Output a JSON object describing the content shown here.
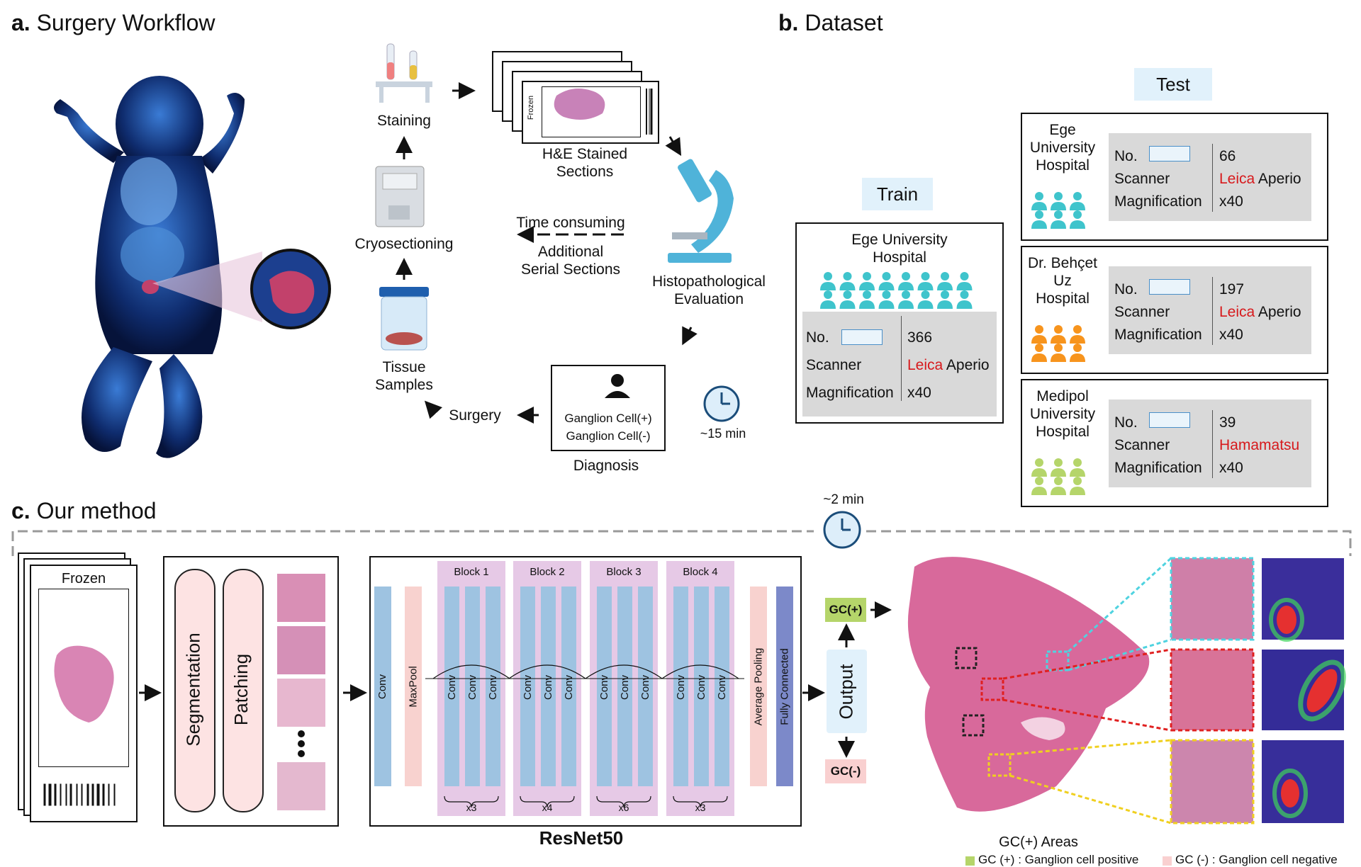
{
  "panel_a": {
    "label": "a.",
    "title": "Surgery Workflow",
    "staining": "Staining",
    "cryosectioning": "Cryosectioning",
    "tissue_samples_line1": "Tissue",
    "tissue_samples_line2": "Samples",
    "surgery": "Surgery",
    "he_line1": "H&E Stained",
    "he_line2": "Sections",
    "slide_label": "Frozen",
    "histo_line1": "Histopathological",
    "histo_line2": "Evaluation",
    "time_consuming": "Time consuming",
    "additional_line1": "Additional",
    "additional_line2": "Serial Sections",
    "diagnosis_line1": "Ganglion Cell(+)",
    "diagnosis_line2": "Ganglion Cell(-)",
    "diagnosis": "Diagnosis",
    "time": "~15 min"
  },
  "panel_b": {
    "label": "b.",
    "title": "Dataset",
    "train_label": "Train",
    "test_label": "Test",
    "row_labels": {
      "no": "No.",
      "scanner": "Scanner",
      "magnification": "Magnification"
    },
    "train": {
      "name_line1": "Ege University",
      "name_line2": "Hospital",
      "no": "366",
      "scanner_brand": "Leica",
      "scanner_model": " Aperio",
      "magnification": "x40",
      "icon_color": "#3fc4cc"
    },
    "tests": [
      {
        "name_line1": "Ege",
        "name_line2": "University",
        "name_line3": "Hospital",
        "no": "66",
        "scanner_brand": "Leica",
        "scanner_model": " Aperio",
        "magnification": "x40",
        "icon_color": "#3fc4cc"
      },
      {
        "name_line1": "Dr. Behçet",
        "name_line2": "Uz",
        "name_line3": "Hospital",
        "no": "197",
        "scanner_brand": "Leica",
        "scanner_model": " Aperio",
        "magnification": "x40",
        "icon_color": "#f7941d"
      },
      {
        "name_line1": "Medipol",
        "name_line2": "University",
        "name_line3": "Hospital",
        "no": "39",
        "scanner_brand": "Hamamatsu",
        "scanner_model": "",
        "magnification": "x40",
        "icon_color": "#b5d56a"
      }
    ]
  },
  "panel_c": {
    "label": "c.",
    "title": "Our method",
    "time": "~2 min",
    "slide_label": "Frozen",
    "segmentation": "Segmentation",
    "patching": "Patching",
    "conv": "Conv",
    "maxpool": "MaxPool",
    "blocks": [
      {
        "name": "Block 1",
        "repeat": "x3"
      },
      {
        "name": "Block 2",
        "repeat": "x4"
      },
      {
        "name": "Block 3",
        "repeat": "x6"
      },
      {
        "name": "Block 4",
        "repeat": "x3"
      }
    ],
    "average_pooling": "Average Pooling",
    "fully_connected": "Fully Connected",
    "network_name": "ResNet50",
    "output": "Output",
    "gc_pos": "GC(+)",
    "gc_neg": "GC(-)",
    "gc_areas": "GC(+) Areas",
    "legend_pos": "GC (+) : Ganglion cell positive",
    "legend_neg": "GC (-) : Ganglion cell negative"
  },
  "colors": {
    "gc_pos": "#b5d56a",
    "gc_neg": "#f9d0d0",
    "conv_blue": "#9ec3e1",
    "block_purple": "#e6c9e6",
    "fc_blue": "#7c89c9",
    "scanner_red": "#d7191c"
  }
}
